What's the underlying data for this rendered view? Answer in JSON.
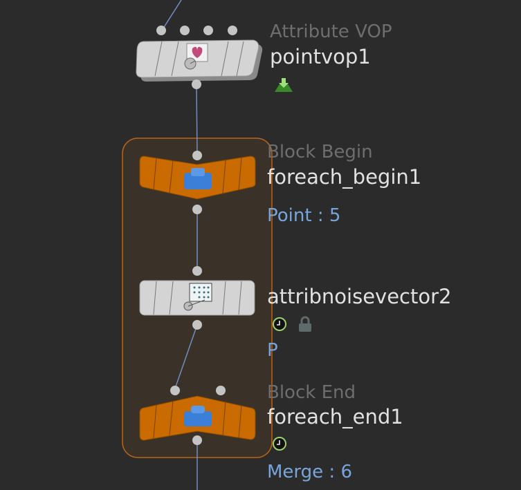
{
  "nodes": [
    {
      "type": "Attribute VOP",
      "name": "pointvop1",
      "flags": [
        "export-flag-icon"
      ]
    },
    {
      "type": "Block Begin",
      "name": "foreach_begin1",
      "info": "Point : 5"
    },
    {
      "type": "",
      "name": "attribnoisevector2",
      "info": "P",
      "flags": [
        "time-dependent-icon",
        "lock-icon"
      ]
    },
    {
      "type": "Block End",
      "name": "foreach_end1",
      "info": "Merge : 6",
      "flags": [
        "time-dependent-icon"
      ]
    }
  ],
  "colors": {
    "background": "#2b2b2b",
    "block_fill": "#3a3129",
    "block_border": "#b8651a",
    "block_node": "#c96b00",
    "node_gray": "#d4d4d4",
    "wire": "#6f8fc0",
    "info_text": "#78a6dc"
  }
}
